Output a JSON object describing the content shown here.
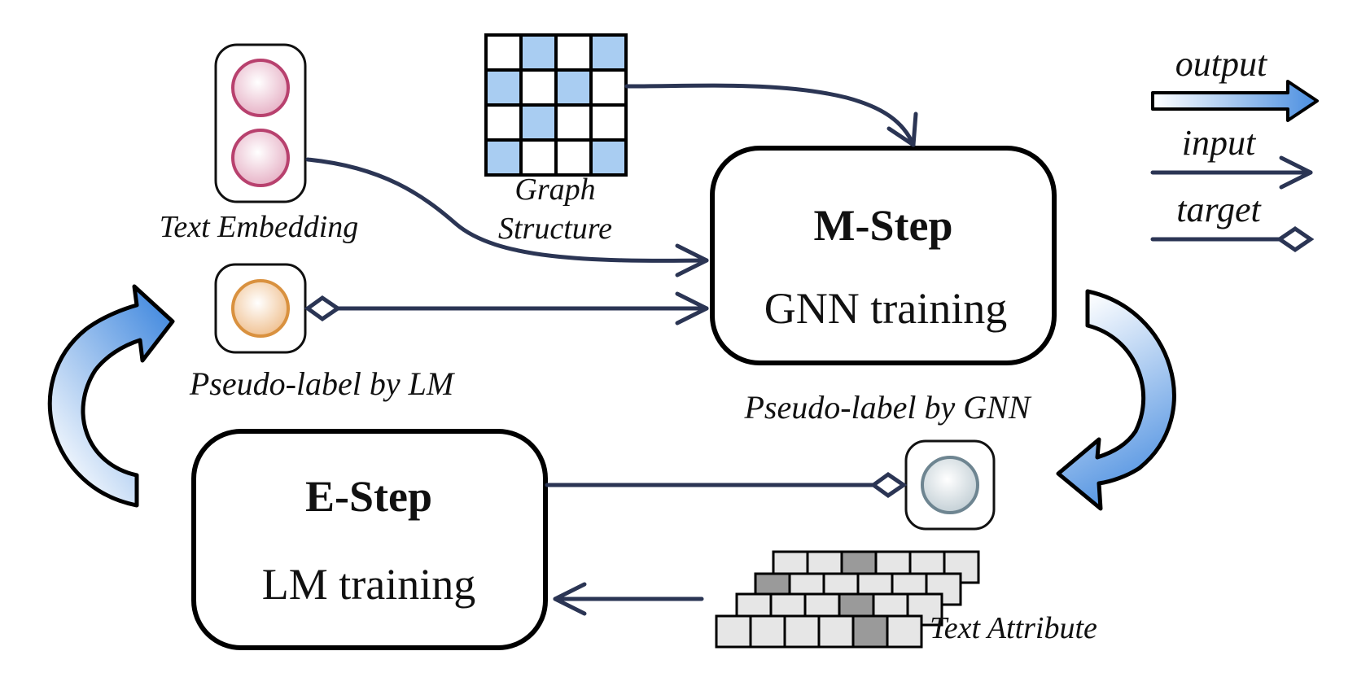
{
  "labels": {
    "text_embedding": "Text Embedding",
    "graph": "Graph",
    "structure": "Structure",
    "pseudo_label_lm": "Pseudo-label by LM",
    "pseudo_label_gnn": "Pseudo-label by GNN",
    "text_attribute": "Text Attribute"
  },
  "m_step": {
    "title": "M-Step",
    "subtitle": "GNN training"
  },
  "e_step": {
    "title": "E-Step",
    "subtitle": "LM training"
  },
  "legend": {
    "output": "output",
    "input": "input",
    "target": "target"
  },
  "colors": {
    "line": "#2b3554",
    "grid_fill": "#a9cdf2",
    "embedding_ring": "#b8416e",
    "pseudo_lm_ring": "#d9913f",
    "pseudo_gnn_ring": "#6e8591",
    "token_dark": "#9a9a9a",
    "token_light": "#e6e6e6",
    "arrow_blue": "#4a8ee0"
  },
  "graph_grid": {
    "rows": 4,
    "cols": 4,
    "filled": [
      [
        0,
        1,
        0,
        1
      ],
      [
        1,
        0,
        1,
        0
      ],
      [
        0,
        1,
        0,
        0
      ],
      [
        1,
        0,
        0,
        1
      ]
    ]
  },
  "text_attribute_rows": [
    [
      0,
      0,
      1,
      0,
      0,
      0
    ],
    [
      1,
      0,
      0,
      0,
      0,
      0
    ],
    [
      0,
      0,
      0,
      1,
      0,
      0
    ],
    [
      0,
      0,
      0,
      0,
      1,
      0
    ]
  ]
}
